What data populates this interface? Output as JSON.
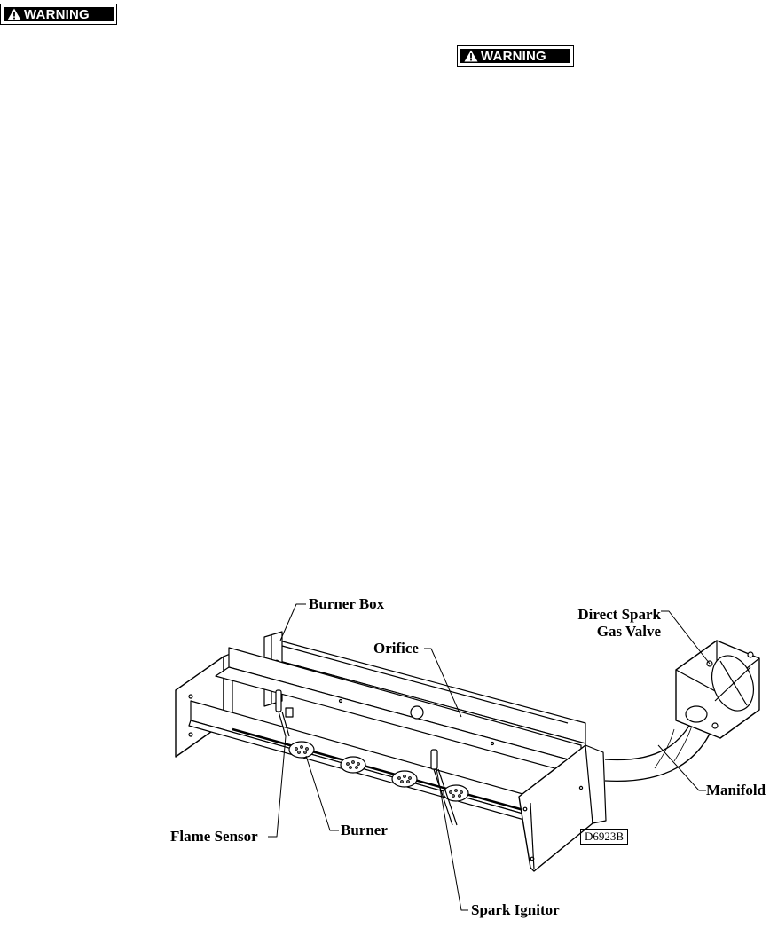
{
  "warnings": [
    {
      "label": "WARNING"
    },
    {
      "label": "WARNING"
    }
  ],
  "figure": {
    "labels": {
      "burner_box": "Burner Box",
      "orifice": "Orifice",
      "direct_spark_line1": "Direct Spark",
      "direct_spark_line2": "Gas Valve",
      "manifold": "Manifold",
      "flame_sensor": "Flame Sensor",
      "burner": "Burner",
      "spark_ignitor": "Spark Ignitor"
    },
    "code": "D6923B"
  }
}
